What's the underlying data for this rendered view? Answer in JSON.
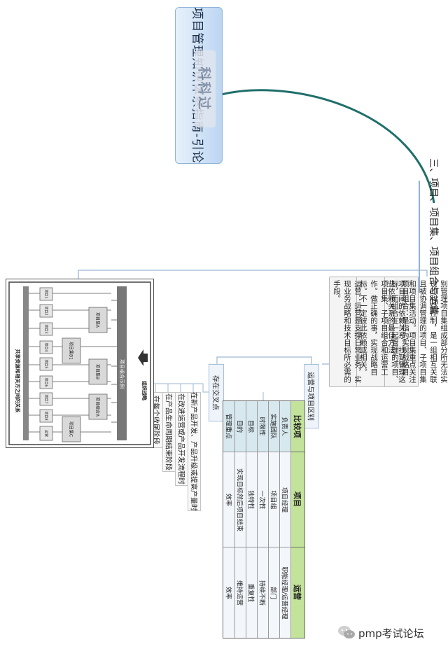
{
  "root": {
    "title": "项目管理知识体系指南-引论"
  },
  "stamp": {
    "text": "科科过"
  },
  "branch": {
    "title": "三、项目、项目集、项目组合与运营"
  },
  "notes": {
    "definition": "项目集：把事情做正确，获得分别管理项目集组成部分所无法实现的利益控制，是一组相互关联且被协调管理的项目、子项目集和项目集活动。项目集重点关注项目间的依赖关系，找到管理这些依赖关系的最佳方法。",
    "portfolio": "项目组合：是指为实现战略目标，而组合在一起管理的项目、项目集、子项目组合和运营工作。做正确的事，实现战略目标。不一定彼此依赖或相关。",
    "operations": "运营：运营是支撑日常业务，实现业务战略和技术目标所必需的手段。"
  },
  "labels": {
    "diff": "运营与项目区别",
    "cross": "存在交叉点"
  },
  "phases": [
    "在新产品开发、产品升级或提高产量时",
    "在改进运营或产品开发流程时",
    "在产品生命周期结束阶段",
    "在每个收尾阶段"
  ],
  "table": {
    "headers": [
      "比较项",
      "项目",
      "运营"
    ],
    "rows": [
      {
        "item": "负责人",
        "project": "项目经理",
        "ops": "职能经理/运营经理"
      },
      {
        "item": "实施团队",
        "project": "项目组",
        "ops": "部门"
      },
      {
        "item": "时限性",
        "project": "一次性",
        "ops": "持续不断"
      },
      {
        "item": "目标",
        "project": "独特性",
        "ops": "重复性"
      },
      {
        "item": "目的",
        "project": "实现目标然后项目结束",
        "ops": "维持运营"
      },
      {
        "item": "管理重点",
        "project": "效率",
        "ops": "效率"
      }
    ]
  },
  "diagram": {
    "top_title": "组织战略",
    "portfolio_title": "项目组合示例",
    "bottom_title": "共享资源和相关方之间的关系",
    "nodes": [
      "项目组合A",
      "项目集A",
      "项目集B",
      "项目集C",
      "项目集B1"
    ],
    "leaves": [
      "项目1",
      "项目2",
      "项目3",
      "项目4",
      "项目5",
      "项目6",
      "项目7",
      "项目8",
      "运营"
    ]
  },
  "watermark": {
    "text": "pmp考试论坛",
    "icon": "wechat-icon"
  },
  "colors": {
    "root_fill": "#bcd6f2",
    "connector": "#1f6f6a",
    "table_header": "#c3e29a",
    "table_side": "#d7e8ef"
  }
}
